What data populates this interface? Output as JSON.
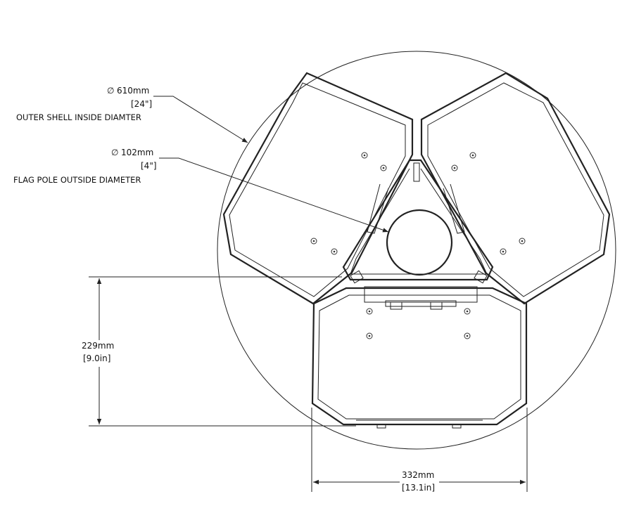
{
  "callouts": {
    "shell": {
      "dimension": "610mm",
      "imperial": "[24\"]",
      "description": "OUTER SHELL INSIDE DIAMTER"
    },
    "pole": {
      "dimension": "102mm",
      "imperial": "[4\"]",
      "description": "FLAG POLE OUTSIDE DIAMETER"
    }
  },
  "dimensions": {
    "height": {
      "metric": "229mm",
      "imperial": "[9.0in]"
    },
    "width": {
      "metric": "332mm",
      "imperial": "[13.1in]"
    }
  },
  "symbols": {
    "diameter": "∅"
  }
}
